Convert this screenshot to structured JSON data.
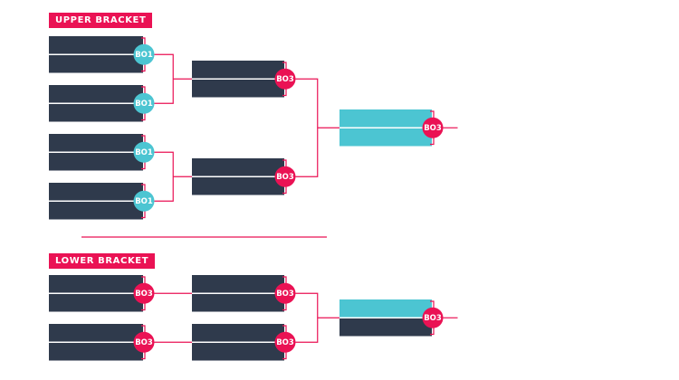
{
  "sections": [
    {
      "label": "UPPER BRACKET",
      "rounds": [
        {
          "matches": [
            {
              "format": "BO1",
              "slots": 2
            },
            {
              "format": "BO1",
              "slots": 2
            },
            {
              "format": "BO1",
              "slots": 2
            },
            {
              "format": "BO1",
              "slots": 2
            }
          ]
        },
        {
          "matches": [
            {
              "format": "BO3",
              "slots": 2
            },
            {
              "format": "BO3",
              "slots": 2
            }
          ]
        },
        {
          "matches": [
            {
              "format": "BO3",
              "slots": 2,
              "highlight": "both"
            }
          ]
        }
      ]
    },
    {
      "label": "LOWER BRACKET",
      "rounds": [
        {
          "matches": [
            {
              "format": "BO3",
              "slots": 2
            },
            {
              "format": "BO3",
              "slots": 2
            }
          ]
        },
        {
          "matches": [
            {
              "format": "BO3",
              "slots": 2
            },
            {
              "format": "BO3",
              "slots": 2
            }
          ]
        },
        {
          "matches": [
            {
              "format": "BO3",
              "slots": 2,
              "highlight": "top"
            }
          ]
        }
      ]
    }
  ],
  "colors": {
    "slot": "#2f3a4c",
    "slot_highlight": "#4cc5d2",
    "accent": "#ea1254",
    "badge_bo1": "#4cc5d2",
    "badge_bo3": "#ea1254",
    "separator": "#ea1254"
  }
}
